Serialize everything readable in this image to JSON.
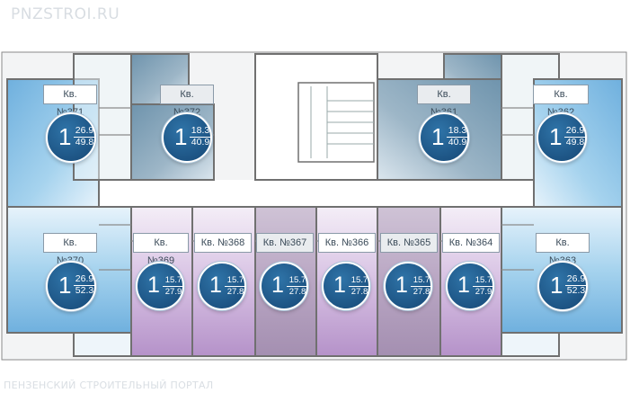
{
  "watermark_top": "PNZSTROI.RU",
  "watermark_bottom": "ПЕНЗЕНСКИЙ СТРОИТЕЛЬНЫЙ ПОРТАЛ",
  "colors": {
    "blue_apartment": "#8fc4e6",
    "gray_apartment": "#8aa6ba",
    "purple_apartment": "#c6a9d6",
    "mauve_apartment": "#b9a6c3",
    "wall": "#707070",
    "badge": "#1d5484"
  },
  "apartments": [
    {
      "label": "Кв. №371",
      "rooms": "1",
      "living": "26.9",
      "total": "49.8"
    },
    {
      "label": "Кв. №372",
      "rooms": "1",
      "living": "18.3",
      "total": "40.9"
    },
    {
      "label": "Кв. №361",
      "rooms": "1",
      "living": "18.3",
      "total": "40.9"
    },
    {
      "label": "Кв. №362",
      "rooms": "1",
      "living": "26.9",
      "total": "49.8"
    },
    {
      "label": "Кв. №370",
      "rooms": "1",
      "living": "26.9",
      "total": "52.3"
    },
    {
      "label": "Кв. №369",
      "rooms": "1",
      "living": "15.7",
      "total": "27.9"
    },
    {
      "label": "Кв. №368",
      "rooms": "1",
      "living": "15.7",
      "total": "27.8"
    },
    {
      "label": "Кв. №367",
      "rooms": "1",
      "living": "15.7",
      "total": "27.8"
    },
    {
      "label": "Кв. №366",
      "rooms": "1",
      "living": "15.7",
      "total": "27.8"
    },
    {
      "label": "Кв. №365",
      "rooms": "1",
      "living": "15.7",
      "total": "27.8"
    },
    {
      "label": "Кв. №364",
      "rooms": "1",
      "living": "15.7",
      "total": "27.9"
    },
    {
      "label": "Кв. №363",
      "rooms": "1",
      "living": "26.9",
      "total": "52.3"
    }
  ]
}
